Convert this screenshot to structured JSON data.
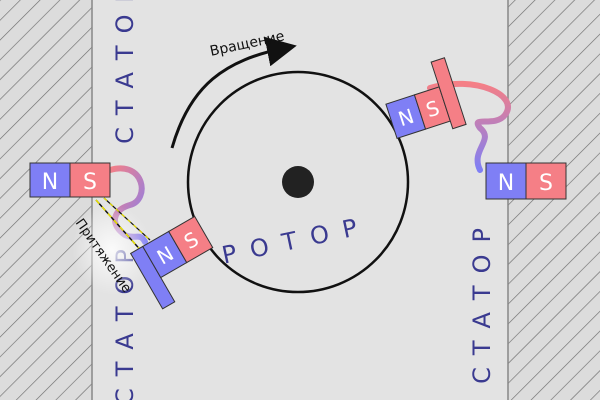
{
  "labels": {
    "rotation": "Вращение",
    "attraction": "Притяжение",
    "rotor": "РОТОР",
    "stator_left_top": "СТАТОР",
    "stator_left_bottom": "СТАТОР",
    "stator_right": "СТАТОР"
  },
  "magnets": {
    "north": "N",
    "south": "S"
  },
  "colors": {
    "background": "#e3e3e3",
    "hatch_fill": "#dcdcdc",
    "hatch_line": "#6e6e6e",
    "north": "#7f7ff5",
    "south": "#f57f86",
    "text_blue": "#3a3a90",
    "rotor_outline": "#111111",
    "axle": "#222222",
    "attraction_line": "#e8e000"
  }
}
